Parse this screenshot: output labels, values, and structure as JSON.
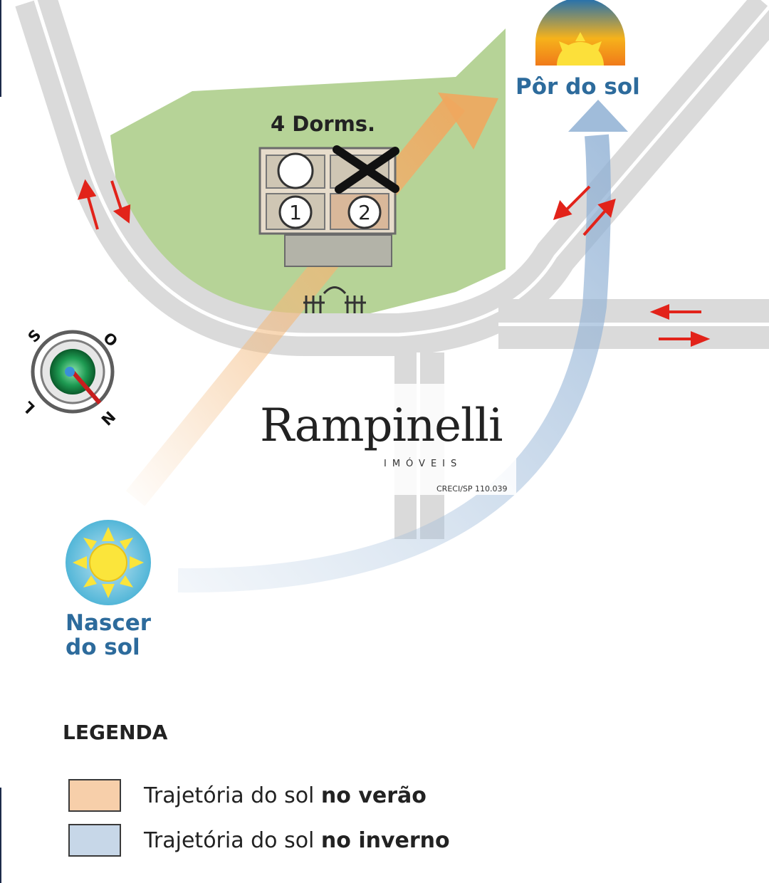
{
  "map": {
    "sunset_label": "Pôr do sol",
    "sunrise_label": "Nascer do sol",
    "building_label": "4 Dorms.",
    "building_units": [
      "1",
      "2"
    ],
    "compass": {
      "s": "S",
      "o": "O",
      "l": "L",
      "n": "N"
    }
  },
  "logo": {
    "name": "Rampinelli",
    "subtitle": "IMÓVEIS",
    "creci": "CRECI/SP 110.039"
  },
  "legend": {
    "title": "LEGENDA",
    "items": [
      {
        "prefix": "Trajetória do sol ",
        "emphasis": "no verão",
        "color": "#f7cfaa"
      },
      {
        "prefix": "Trajetória do sol ",
        "emphasis": "no inverno",
        "color": "#c7d7e8"
      }
    ]
  },
  "colors": {
    "lot": "#b6d397",
    "road": "#dadada",
    "summer_path": "#f3b97c",
    "winter_path": "#a8c2de",
    "traffic_arrow": "#e2231a",
    "label_blue": "#2d6b9c"
  }
}
